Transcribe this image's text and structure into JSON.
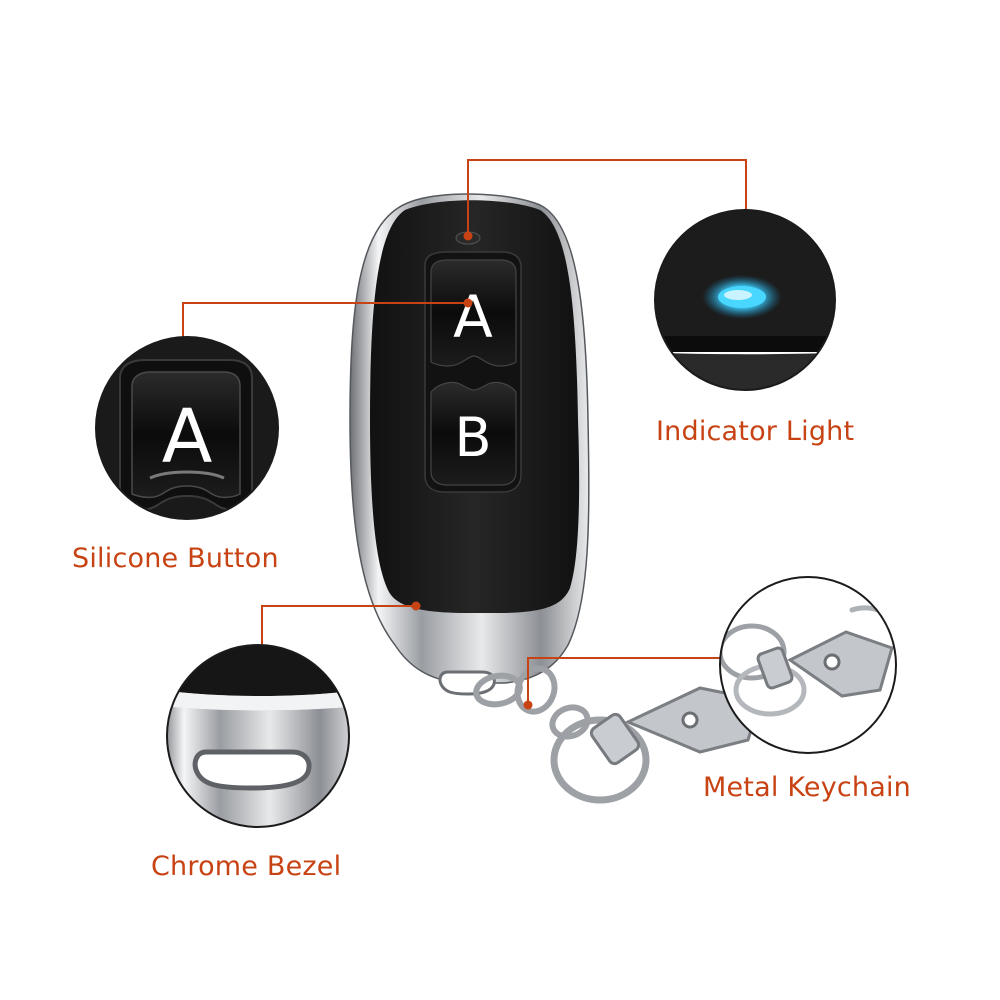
{
  "colors": {
    "accent": "#c84314",
    "remote_body": "#1e1e1e",
    "indicator_led": "#3fd2ff",
    "chrome": "#c9ccd0"
  },
  "remote": {
    "button_a_label": "A",
    "button_b_label": "B"
  },
  "callouts": {
    "indicator_light": "Indicator Light",
    "silicone_button": "Silicone Button",
    "chrome_bezel": "Chrome Bezel",
    "metal_keychain": "Metal Keychain",
    "zoom_button_label": "A"
  }
}
